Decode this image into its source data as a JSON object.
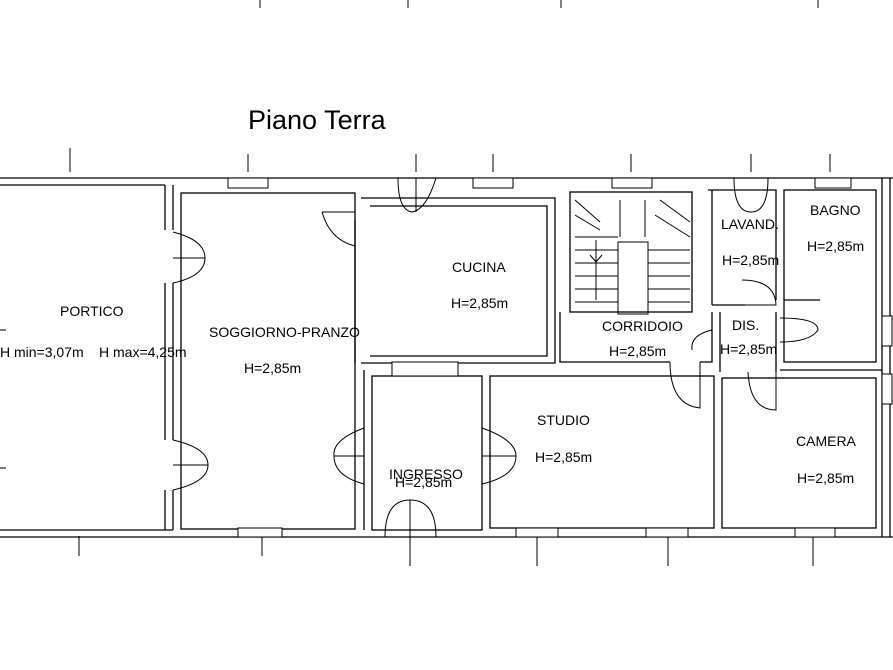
{
  "floor_title": "Piano Terra",
  "rooms": {
    "portico": {
      "name": "PORTICO",
      "height_min": "H min=3,07m",
      "height_max": "H max=4,25m"
    },
    "soggiorno": {
      "name": "SOGGIORNO-PRANZO",
      "height": "H=2,85m"
    },
    "cucina": {
      "name": "CUCINA",
      "height": "H=2,85m"
    },
    "corridoio": {
      "name": "CORRIDOIO",
      "height": "H=2,85m"
    },
    "lavanderia": {
      "name": "LAVAND.",
      "height": "H=2,85m"
    },
    "bagno": {
      "name": "BAGNO",
      "height": "H=2,85m"
    },
    "disimpegno": {
      "name": "DIS.",
      "height": "H=2,85m"
    },
    "ingresso": {
      "name": "INGRESSO",
      "height": "H=2,85m"
    },
    "studio": {
      "name": "STUDIO",
      "height": "H=2,85m"
    },
    "camera": {
      "name": "CAMERA",
      "height": "H=2,85m"
    }
  }
}
